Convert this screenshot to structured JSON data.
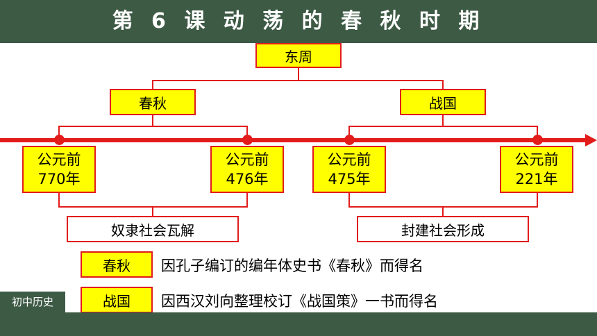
{
  "header": {
    "title": "第 6 课 动 荡 的 春 秋 时 期"
  },
  "footer": {
    "course": "初中历史"
  },
  "chart": {
    "root": "东周",
    "periods": [
      "春秋",
      "战国"
    ],
    "dates": [
      {
        "prefix": "公元前",
        "year": "770年"
      },
      {
        "prefix": "公元前",
        "year": "476年"
      },
      {
        "prefix": "公元前",
        "year": "475年"
      },
      {
        "prefix": "公元前",
        "year": "221年"
      }
    ],
    "effects": [
      "奴隶社会瓦解",
      "封建社会形成"
    ]
  },
  "notes": [
    {
      "tag": "春秋",
      "text": "因孔子编订的编年体史书《春秋》而得名"
    },
    {
      "tag": "战国",
      "text": "因西汉刘向整理校订《战国策》一书而得名"
    }
  ],
  "colors": {
    "header_bg": "#3d5a45",
    "accent_red": "#e21b1b",
    "box_yellow": "#ffff00"
  }
}
